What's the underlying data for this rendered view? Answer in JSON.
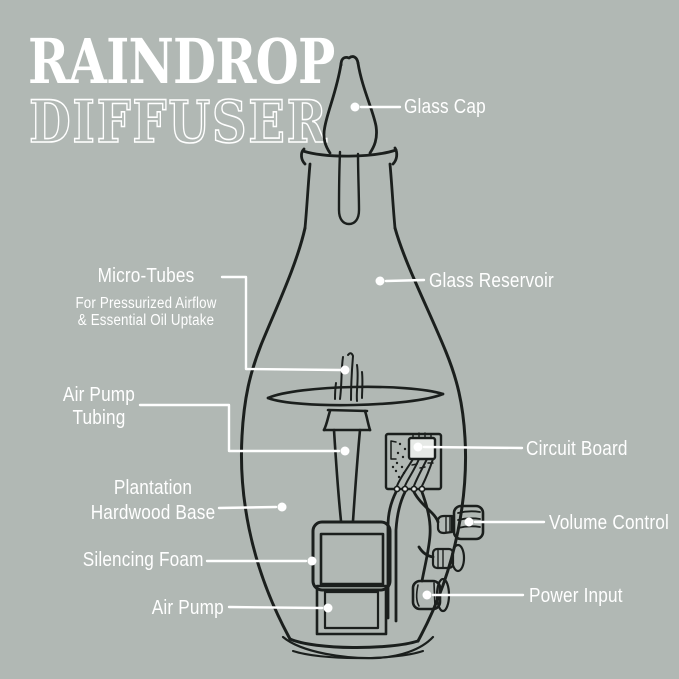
{
  "colors": {
    "background": "#b1b8b4",
    "line_art": "#1b1f1d",
    "text": "#ffffff"
  },
  "title": {
    "primary": "RAINDROP",
    "secondary": "DIFFUSER"
  },
  "callouts": {
    "glass_cap": {
      "label": "Glass Cap"
    },
    "glass_reservoir": {
      "label": "Glass Reservoir"
    },
    "micro_tubes": {
      "label": "Micro-Tubes",
      "sub1": "For Pressurized Airflow",
      "sub2": "& Essential Oil Uptake"
    },
    "air_pump_tubing": {
      "line1": "Air Pump",
      "line2": "Tubing"
    },
    "plantation_base": {
      "line1": "Plantation",
      "line2": "Hardwood Base"
    },
    "silencing_foam": {
      "label": "Silencing Foam"
    },
    "air_pump": {
      "label": "Air Pump"
    },
    "circuit_board": {
      "label": "Circuit Board"
    },
    "volume_control": {
      "label": "Volume Control"
    },
    "power_input": {
      "label": "Power Input"
    }
  }
}
